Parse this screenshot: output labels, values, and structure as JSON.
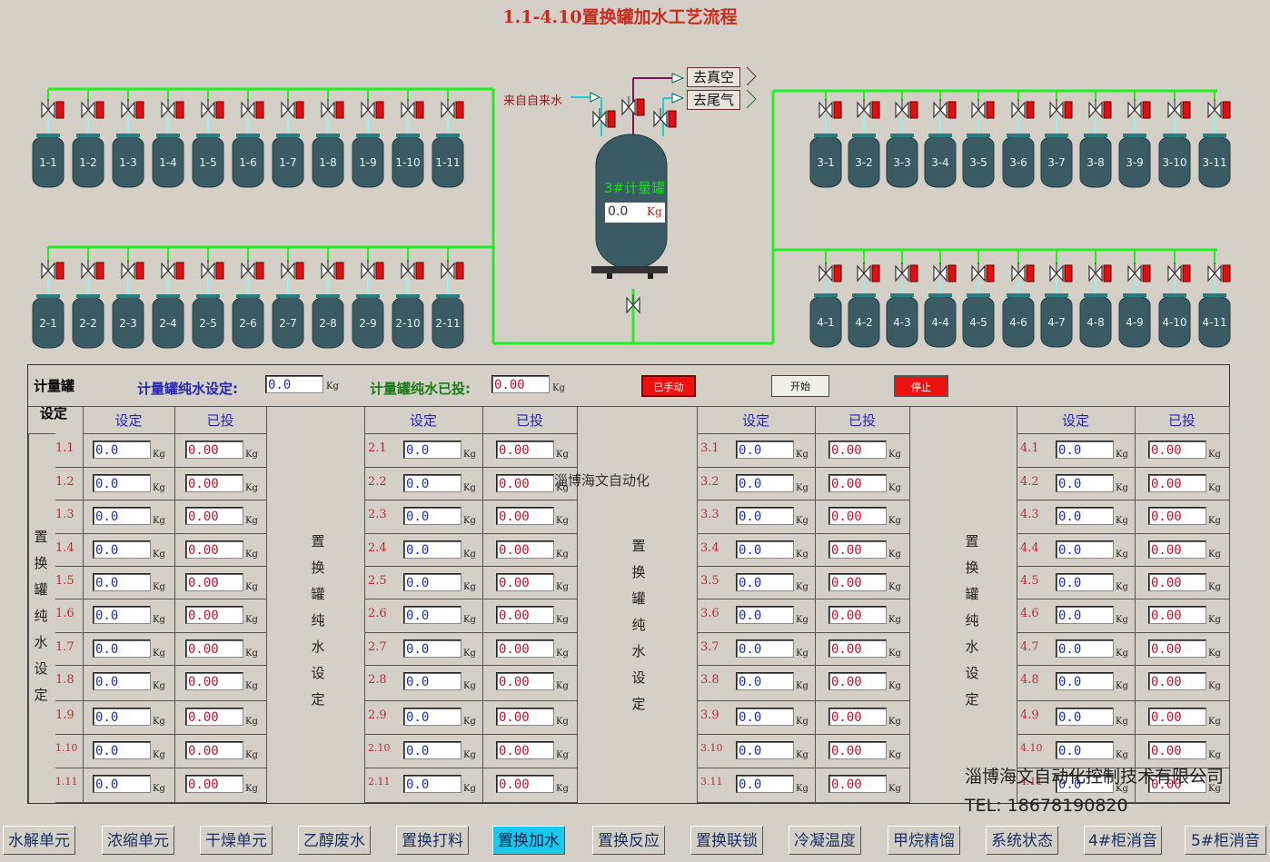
{
  "title": "1.1-4.10置换罐加水工艺流程",
  "flow": {
    "source_label": "来自自来水",
    "dest_vacuum": "去真空",
    "dest_tail_gas": "去尾气",
    "meter_tank_label": "3#计量罐",
    "meter_tank_value": "0.0",
    "meter_tank_unit": "Kg",
    "tanks_row1": [
      "1-1",
      "1-2",
      "1-3",
      "1-4",
      "1-5",
      "1-6",
      "1-7",
      "1-8",
      "1-9",
      "1-10",
      "1-11"
    ],
    "tanks_row2": [
      "2-1",
      "2-2",
      "2-3",
      "2-4",
      "2-5",
      "2-6",
      "2-7",
      "2-8",
      "2-9",
      "2-10",
      "2-11"
    ],
    "tanks_row3": [
      "3-1",
      "3-2",
      "3-3",
      "3-4",
      "3-5",
      "3-6",
      "3-7",
      "3-8",
      "3-9",
      "3-10",
      "3-11"
    ],
    "tanks_row4": [
      "4-1",
      "4-2",
      "4-3",
      "4-4",
      "4-5",
      "4-6",
      "4-7",
      "4-8",
      "4-9",
      "4-10",
      "4-11"
    ],
    "colors": {
      "pipe": "#22ee22",
      "tank": "#3a5a64",
      "valve_red": "#dd1111"
    }
  },
  "panel": {
    "corner_label": [
      "计量罐",
      "设定"
    ],
    "meter_set_label": "计量罐纯水设定:",
    "meter_set_value": "0.0",
    "meter_done_label": "计量罐纯水已投:",
    "meter_done_value": "0.00",
    "unit": "Kg",
    "btn_manual": "已手动",
    "btn_start": "开始",
    "btn_stop": "停止",
    "col_set": "设定",
    "col_done": "已投",
    "vertical_label": [
      "置",
      "换",
      "罐",
      "纯",
      "水",
      "设",
      "定"
    ],
    "groups": [
      {
        "rows": [
          "1.1",
          "1.2",
          "1.3",
          "1.4",
          "1.5",
          "1.6",
          "1.7",
          "1.8",
          "1.9",
          "1.10",
          "1.11"
        ]
      },
      {
        "rows": [
          "2.1",
          "2.2",
          "2.3",
          "2.4",
          "2.5",
          "2.6",
          "2.7",
          "2.8",
          "2.9",
          "2.10",
          "2.11"
        ]
      },
      {
        "rows": [
          "3.1",
          "3.2",
          "3.3",
          "3.4",
          "3.5",
          "3.6",
          "3.7",
          "3.8",
          "3.9",
          "3.10",
          "3.11"
        ]
      },
      {
        "rows": [
          "4.1",
          "4.2",
          "4.3",
          "4.4",
          "4.5",
          "4.6",
          "4.7",
          "4.8",
          "4.9",
          "4.10",
          "4.11"
        ]
      }
    ],
    "set_value": "0.0",
    "done_value": "0.00"
  },
  "watermark": {
    "center": "淄博海文自动化",
    "company": "淄博海文自动化控制技术有限公司",
    "tel": "TEL: 18678190820"
  },
  "nav": [
    {
      "label": "水解单元",
      "active": false
    },
    {
      "label": "浓缩单元",
      "active": false
    },
    {
      "label": "干燥单元",
      "active": false
    },
    {
      "label": "乙醇废水",
      "active": false
    },
    {
      "label": "置换打料",
      "active": false
    },
    {
      "label": "置换加水",
      "active": true
    },
    {
      "label": "置换反应",
      "active": false
    },
    {
      "label": "置换联锁",
      "active": false
    },
    {
      "label": "冷凝温度",
      "active": false
    },
    {
      "label": "甲烷精馏",
      "active": false
    },
    {
      "label": "系统状态",
      "active": false
    },
    {
      "label": "4#柜消音",
      "active": false
    },
    {
      "label": "5#柜消音",
      "active": false
    }
  ]
}
